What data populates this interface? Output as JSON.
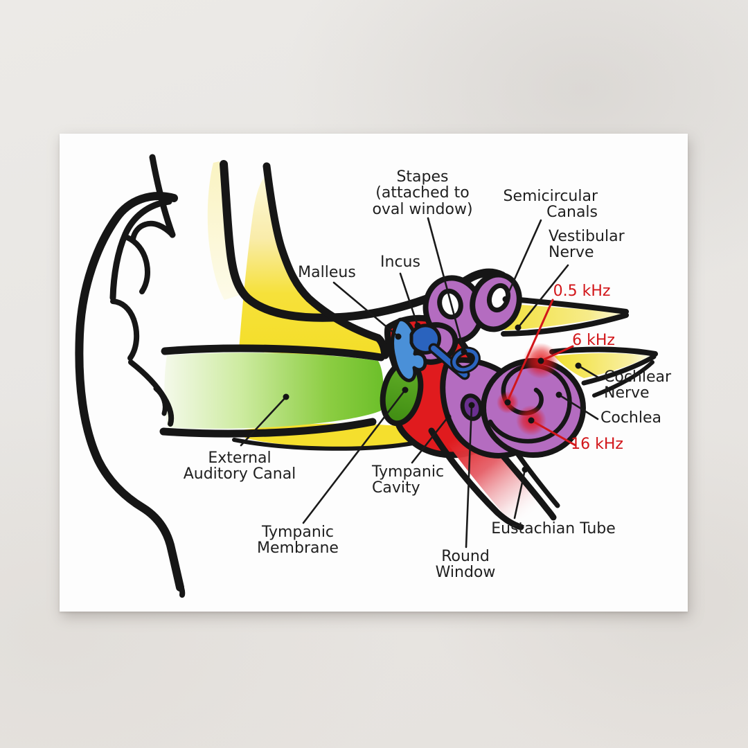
{
  "scene": {
    "description": "postcard-on-marble product photo",
    "card_kind": "postcard"
  },
  "colors": {
    "background": "#e8e6e3",
    "card": "#fdfdfd",
    "ink": "#1f1f1f",
    "label_red": "#d2161a",
    "outline_black": "#161616",
    "bone_yellow": "#f5df2d",
    "bone_yellow_pale": "#faf3c2",
    "canal_green": "#7dc832",
    "membrane_green": "#4f9e1c",
    "cavity_red": "#e01b1e",
    "eustachian_pink": "#ef8b93",
    "malleus_blue": "#4a90d8",
    "incus_blue": "#2a63be",
    "inner_ear_purple": "#b46cc0",
    "round_window_purple": "#6b3090",
    "glow_red": "#e41317"
  },
  "diagram": {
    "subject": "Anatomy of the Human Ear",
    "labels": [
      {
        "id": "stapes",
        "text": "Stapes\n(attached to\noval window)",
        "color": "ink"
      },
      {
        "id": "semicircular-canals",
        "text": "Semicircular\nCanals",
        "color": "ink"
      },
      {
        "id": "vestibular-nerve",
        "text": "Vestibular\nNerve",
        "color": "ink"
      },
      {
        "id": "malleus",
        "text": "Malleus",
        "color": "ink"
      },
      {
        "id": "incus",
        "text": "Incus",
        "color": "ink"
      },
      {
        "id": "freq-0-5",
        "text": "0.5 kHz",
        "color": "label_red"
      },
      {
        "id": "freq-6",
        "text": "6 kHz",
        "color": "label_red"
      },
      {
        "id": "cochlear-nerve",
        "text": "Cochlear\nNerve",
        "color": "ink"
      },
      {
        "id": "cochlea",
        "text": "Cochlea",
        "color": "ink"
      },
      {
        "id": "freq-16",
        "text": "16 kHz",
        "color": "label_red"
      },
      {
        "id": "external-auditory-canal",
        "text": "External\nAuditory Canal",
        "color": "ink"
      },
      {
        "id": "tympanic-cavity",
        "text": "Tympanic\nCavity",
        "color": "ink"
      },
      {
        "id": "tympanic-membrane",
        "text": "Tympanic\nMembrane",
        "color": "ink"
      },
      {
        "id": "round-window",
        "text": "Round\nWindow",
        "color": "ink"
      },
      {
        "id": "eustachian-tube",
        "text": "Eustachian Tube",
        "color": "ink"
      }
    ]
  }
}
